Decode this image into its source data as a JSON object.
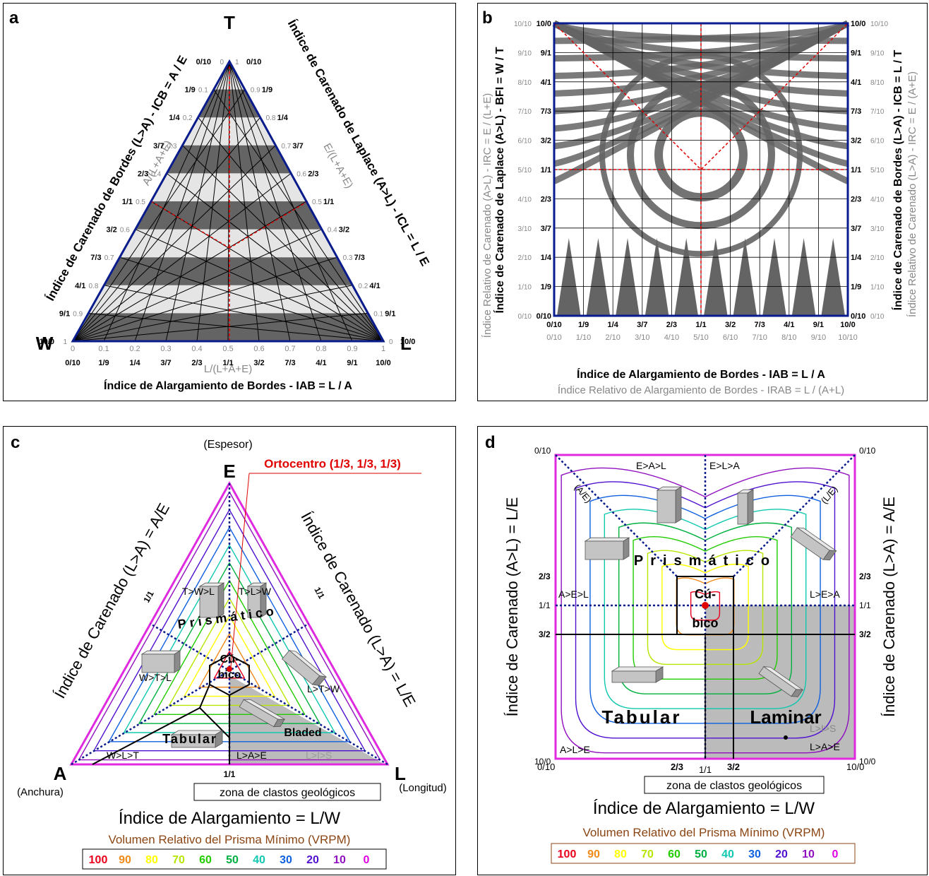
{
  "panels": {
    "a": {
      "letter": "a",
      "vertices": {
        "top": "T",
        "left": "W",
        "right": "L"
      },
      "left_axis_title": "Índice de Carenado de Bordes (L>A) - ICB = A / E",
      "right_axis_title": "Índice de Carenado de Laplace (A>L) - ICL = L / E",
      "left_gray_label": "A/(L+A+E)",
      "right_gray_label": "E/(L+A+E)",
      "bottom_gray_label": "L/(L+A+E)",
      "bottom_title": "Índice de Alargamiento de Bordes - IAB = L / A",
      "ratio_ticks": [
        "0/10",
        "1/9",
        "1/4",
        "3/7",
        "2/3",
        "1/1",
        "3/2",
        "7/3",
        "4/1",
        "9/1",
        "10/0"
      ],
      "fraction_ticks": [
        "0",
        "0.1",
        "0.2",
        "0.3",
        "0.4",
        "0.5",
        "0.6",
        "0.7",
        "0.8",
        "0.9",
        "1"
      ]
    },
    "b": {
      "letter": "b",
      "left_title_gray": "Índice Relativo de Carenado (A>L) - IRC = E / (L+E)",
      "left_title_black": "Índice de Carenado de Laplace (A>L) - BFI = W / T",
      "right_title_black": "Índice de Carenado de Bordes (L>A) - ICB = L / T",
      "right_title_gray": "Índice Relativo de Carenado (L>A) - IRC = E / (A+E)",
      "bottom_title": "Índice de Alargamiento de Bordes - IAB = L / A",
      "bottom_gray_title": "Índice Relativo de Alargamiento de Bordes - IRAB = L / (A+L)",
      "ratio_ticks": [
        "0/10",
        "1/9",
        "1/4",
        "3/7",
        "2/3",
        "1/1",
        "3/2",
        "7/3",
        "4/1",
        "9/1",
        "10/0"
      ],
      "tenth_ticks": [
        "0/10",
        "1/10",
        "2/10",
        "3/10",
        "4/10",
        "5/10",
        "6/10",
        "7/10",
        "8/10",
        "9/10",
        "10/10"
      ]
    },
    "c": {
      "letter": "c",
      "vertices": {
        "top": "E",
        "left": "A",
        "right": "L"
      },
      "top_note": "(Espesor)",
      "left_note": "(Anchura)",
      "right_note": "(Longitud)",
      "orthocenter": "Ortocentro (1/3, 1/3, 1/3)",
      "left_axis_title": "Índice de Carenado (L>A) = A/E",
      "right_axis_title": "Índice de Carenado (L>A) = L/E",
      "bottom_title": "Índice de Alargamiento = L/W",
      "geo_zone": "zona de clastos geológicos",
      "tick_1_1": "1/1",
      "regions": [
        "T>W>L",
        "T>L>W",
        "W>T>L",
        "L>T>W",
        "W>L>T",
        "L>A>E",
        "L>I>S"
      ],
      "words": {
        "prismatic": "Prismático",
        "cubic_1": "Cú-",
        "cubic_2": "bico",
        "tabular": "Tabular",
        "bladed": "Bladed"
      }
    },
    "d": {
      "letter": "d",
      "left_axis_title": "Índice de Carenado (A>L) = L/E",
      "right_axis_title": "Índice de Carenado (L>A) = A/E",
      "bottom_title": "Índice de Alargamiento = L/W",
      "geo_zone": "zona de clastos geológicos",
      "regions": [
        "E>A>L",
        "E>L>A",
        "A>E>L",
        "L>E>A",
        "A>L>E",
        "L>I>S",
        "L>A>E"
      ],
      "corner_labels": [
        "0/10",
        "0/10",
        "10/0",
        "10/0"
      ],
      "x_ticks": [
        "0/10",
        "2/3",
        "1/1",
        "3/2",
        "10/0"
      ],
      "y_ticks": [
        "2/3",
        "1/1",
        "3/2"
      ],
      "diag_labels": [
        "(A/E)",
        "(L/E)"
      ],
      "words": {
        "prismatic": "Prismático",
        "cubic_1": "Cú-",
        "cubic_2": "bico",
        "tabular": "Tabular",
        "laminar": "Laminar"
      }
    }
  },
  "legend": {
    "title": "Volumen Relativo del Prisma Mínimo (VRPM)",
    "items": [
      {
        "label": "100",
        "color": "#e8001c"
      },
      {
        "label": "90",
        "color": "#f08a18"
      },
      {
        "label": "80",
        "color": "#ffff00"
      },
      {
        "label": "70",
        "color": "#b6e600"
      },
      {
        "label": "60",
        "color": "#22cc00"
      },
      {
        "label": "50",
        "color": "#00b040"
      },
      {
        "label": "40",
        "color": "#10c8b0"
      },
      {
        "label": "30",
        "color": "#1060e0"
      },
      {
        "label": "20",
        "color": "#5010d0"
      },
      {
        "label": "10",
        "color": "#9010c0"
      },
      {
        "label": "0",
        "color": "#e000e0"
      }
    ]
  },
  "colors": {
    "frame": "#0a1c8c",
    "magenta": "#e02ae0",
    "fill": "#646464",
    "red": "#e00000",
    "brown": "#8b4513"
  }
}
